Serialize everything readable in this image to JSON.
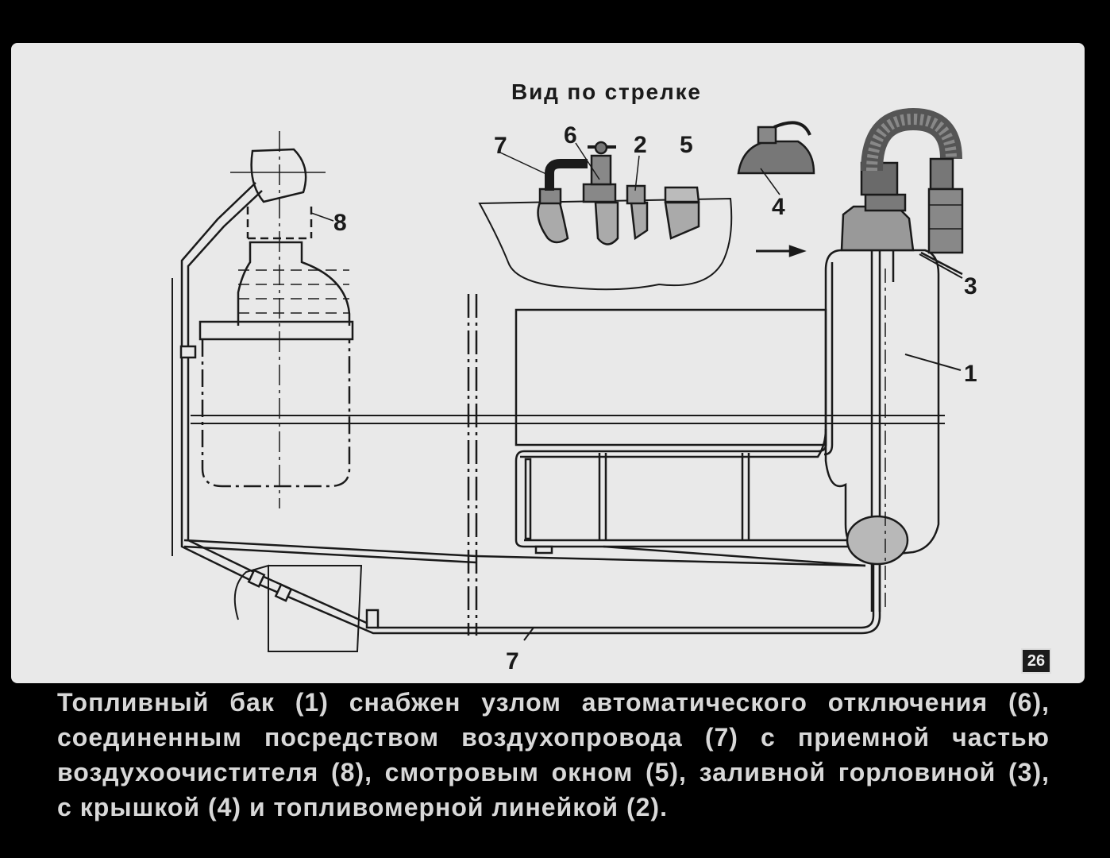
{
  "diagram": {
    "view_title": "Вид по стрелке",
    "labels": {
      "l1": "1",
      "l2": "2",
      "l3": "3",
      "l4": "4",
      "l5": "5",
      "l6": "6",
      "l7_top": "7",
      "l7_bottom": "7",
      "l8": "8"
    }
  },
  "slide_number": "26",
  "caption": {
    "line1": "Топливный бак (1) снабжен узлом автоматического отключения (6),",
    "line2": "соединенным посредством воздухопровода (7) с приемной частью",
    "line3": "воздухоочистителя (8), смотровым окном (5), заливной горловиной (3),",
    "line4": "с крышкой (4) и топливомерной линейкой (2)."
  }
}
